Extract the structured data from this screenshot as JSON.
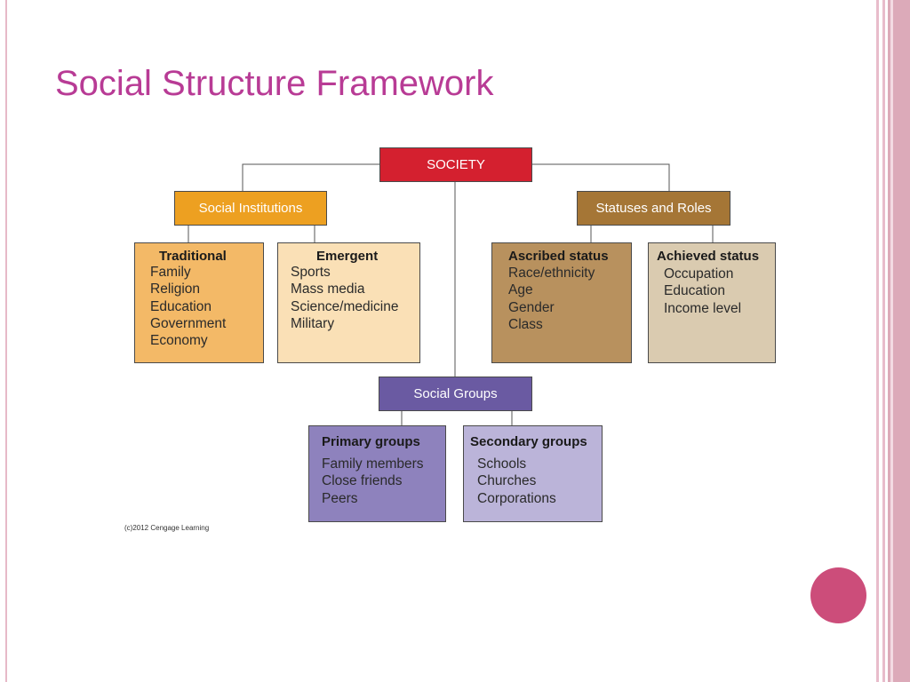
{
  "slide": {
    "title": "Social Structure Framework",
    "credit": "(c)2012 Cengage Learning"
  },
  "diagram": {
    "root": {
      "label": "SOCIETY",
      "color": "#d4202f"
    },
    "institutions": {
      "label": "Social Institutions",
      "color": "#eda021",
      "traditional": {
        "title": "Traditional",
        "color": "#f3b967",
        "items": [
          "Family",
          "Religion",
          "Education",
          "Government",
          "Economy"
        ]
      },
      "emergent": {
        "title": "Emergent",
        "color": "#fae0b6",
        "items": [
          "Sports",
          "Mass media",
          "Science/medicine",
          "Military"
        ]
      }
    },
    "statuses": {
      "label": "Statuses and Roles",
      "color": "#a57636",
      "ascribed": {
        "title": "Ascribed status",
        "color": "#b8915e",
        "items": [
          "Race/ethnicity",
          "Age",
          "Gender",
          "Class"
        ]
      },
      "achieved": {
        "title": "Achieved status",
        "color": "#dacbb0",
        "items": [
          "Occupation",
          "Education",
          "Income level"
        ]
      }
    },
    "groups": {
      "label": "Social Groups",
      "color": "#6a5aa2",
      "primary": {
        "title": "Primary groups",
        "color": "#8e82bd",
        "items": [
          "Family members",
          "Close friends",
          "Peers"
        ]
      },
      "secondary": {
        "title": "Secondary groups",
        "color": "#bbb4d9",
        "items": [
          "Schools",
          "Churches",
          "Corporations"
        ]
      }
    }
  },
  "theme": {
    "title_color": "#b83b95",
    "accent_circle": "#cc4d7a",
    "stripe_color": "#e3b3c3"
  }
}
